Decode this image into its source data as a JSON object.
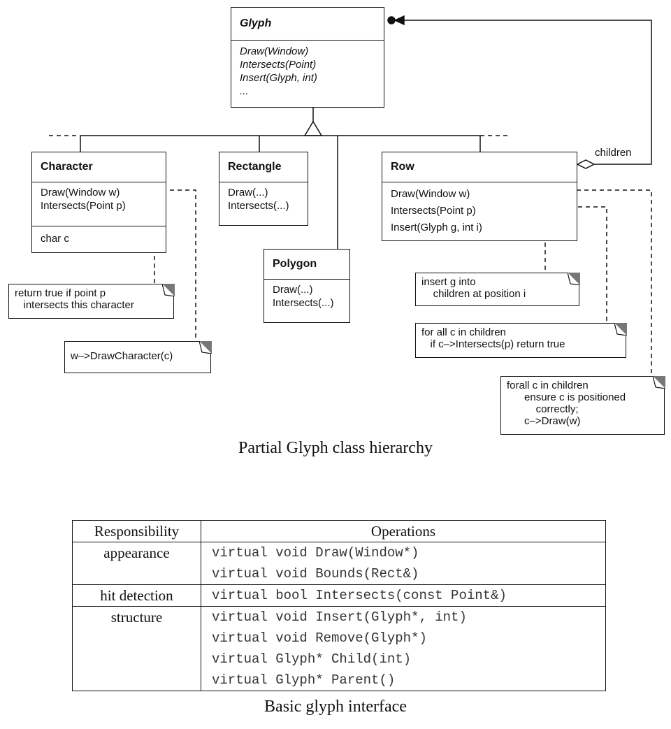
{
  "diagram": {
    "classes": {
      "glyph": {
        "name": "Glyph",
        "operations": [
          "Draw(Window)",
          "Intersects(Point)",
          "Insert(Glyph, int)",
          "..."
        ]
      },
      "character": {
        "name": "Character",
        "operations": [
          "Draw(Window w)",
          "Intersects(Point p)"
        ],
        "attributes": [
          "char c"
        ]
      },
      "rectangle": {
        "name": "Rectangle",
        "operations": [
          "Draw(...)",
          "Intersects(...)"
        ]
      },
      "polygon": {
        "name": "Polygon",
        "operations": [
          "Draw(...)",
          "Intersects(...)"
        ]
      },
      "row": {
        "name": "Row",
        "operations": [
          "Draw(Window w)",
          "Intersects(Point p)",
          "Insert(Glyph g, int i)"
        ]
      }
    },
    "association_label": "children",
    "notes": {
      "char_intersects": [
        "return true if point p",
        "   intersects this character"
      ],
      "char_draw": [
        "w–>DrawCharacter(c)"
      ],
      "row_insert": [
        "insert g into",
        "    children at position i"
      ],
      "row_intersects": [
        "for all c in children",
        "   if c–>Intersects(p) return true"
      ],
      "row_draw": [
        "forall c in children",
        "      ensure c is positioned",
        "          correctly;",
        "      c–>Draw(w)"
      ]
    },
    "caption": "Partial Glyph class hierarchy"
  },
  "table": {
    "headers": {
      "responsibility": "Responsibility",
      "operations": "Operations"
    },
    "groups": [
      {
        "responsibility": "appearance",
        "operations": [
          "virtual void Draw(Window*)",
          "virtual void Bounds(Rect&)"
        ]
      },
      {
        "responsibility": "hit detection",
        "operations": [
          "virtual bool Intersects(const Point&)"
        ]
      },
      {
        "responsibility": "structure",
        "operations": [
          "virtual void Insert(Glyph*, int)",
          "virtual void Remove(Glyph*)",
          "virtual Glyph* Child(int)",
          "virtual Glyph* Parent()"
        ]
      }
    ],
    "caption": "Basic glyph interface"
  }
}
